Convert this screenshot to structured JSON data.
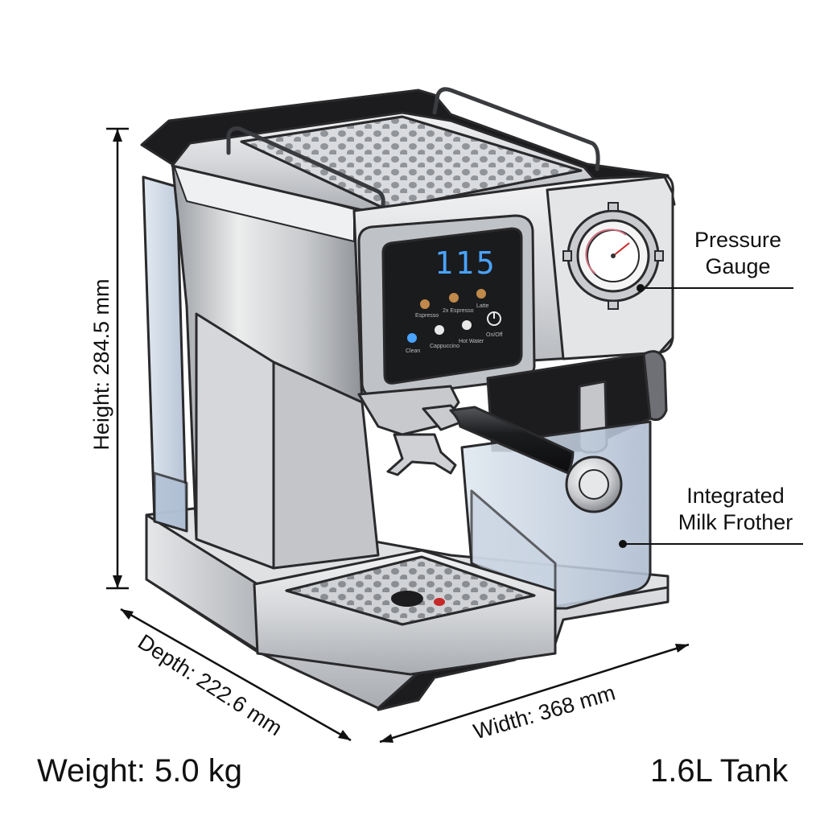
{
  "callouts": {
    "pressure_gauge": [
      "Pressure",
      "Gauge"
    ],
    "milk_frother": [
      "Integrated",
      "Milk Frother"
    ]
  },
  "dimensions": {
    "height": "Height: 284.5 mm",
    "depth": "Depth: 222.6 mm",
    "width": "Width: 368 mm"
  },
  "specs": {
    "weight": "Weight: 5.0 kg",
    "tank": "1.6L Tank"
  },
  "control_panel": {
    "display_value": "115",
    "buttons_row1": [
      "Espresso",
      "2x Espresso",
      "Latte"
    ],
    "buttons_row2": [
      "Clean",
      "Cappuccino",
      "Hot Water"
    ],
    "power_label": "On/Off"
  },
  "colors": {
    "steel_light": "#e9eaec",
    "steel_mid": "#c4c6ca",
    "steel_dark": "#8e9196",
    "black_trim": "#1c1c1e",
    "display_blue": "#4aa3ff",
    "water_tint": "#b9c9dd",
    "drip_accent": "#c62828"
  }
}
